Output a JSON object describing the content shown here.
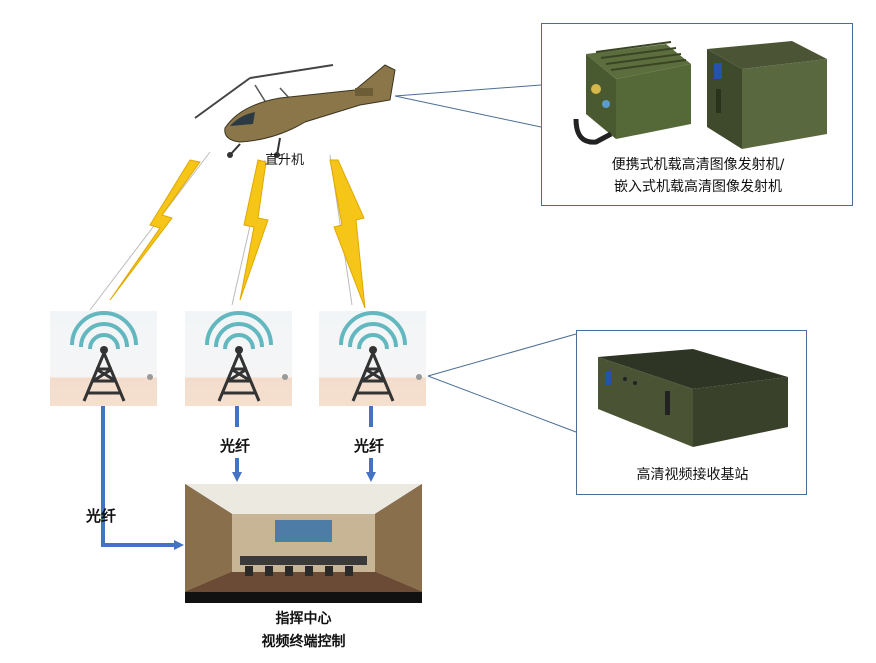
{
  "helicopter": {
    "label": "直升机"
  },
  "transmitter_callout": {
    "line1": "便携式机载高清图像发射机/",
    "line2": "嵌入式机载高清图像发射机"
  },
  "receiver_callout": {
    "label": "高清视频接收基站"
  },
  "fiber_labels": {
    "left": "光纤",
    "middle": "光纤",
    "right": "光纤"
  },
  "command_center": {
    "line1": "指挥中心",
    "line2": "视频终端控制"
  },
  "colors": {
    "fiber": "#4472c4",
    "lightning": "#f5c518",
    "callout_border": "#4a6e95",
    "tower": "#333333",
    "waves": "#63b8c0"
  }
}
